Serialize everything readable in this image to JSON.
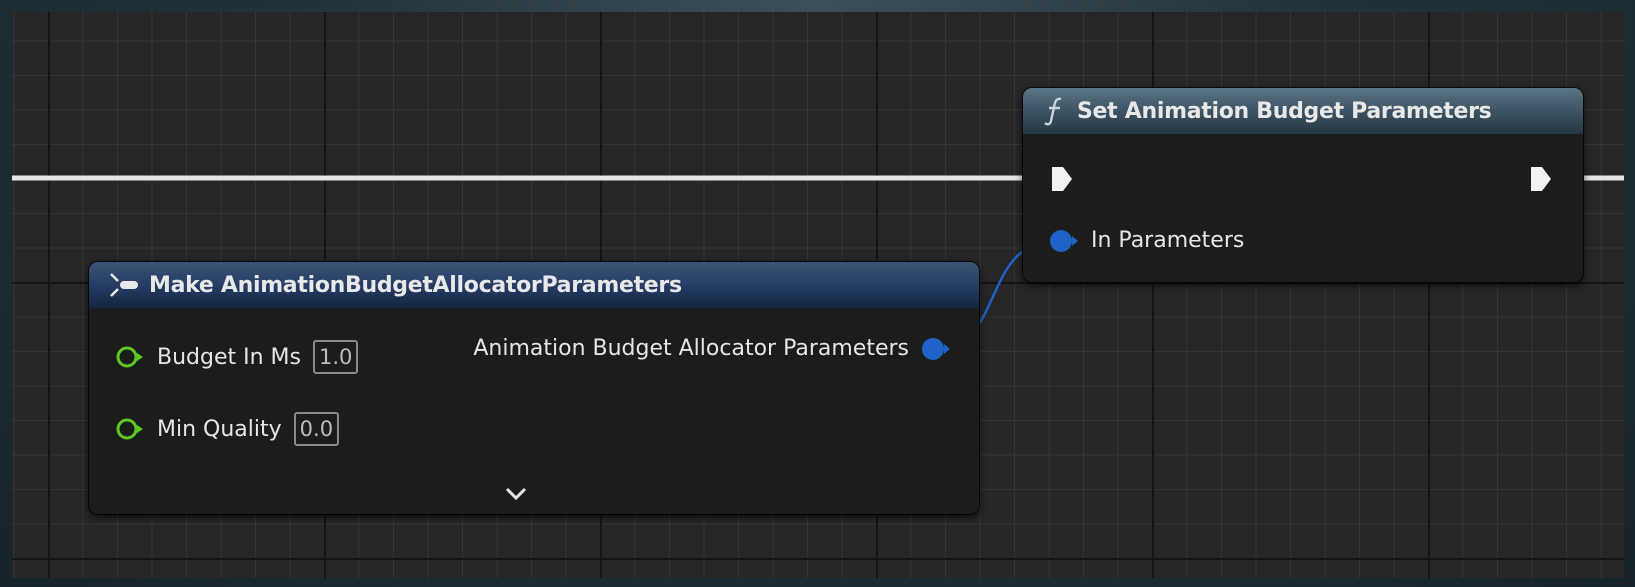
{
  "graph": {
    "colors": {
      "exec_wire": "#e6e6e6",
      "struct_pin": "#1f63c8",
      "float_pin": "#5ec822",
      "function_header": "#3f5868",
      "make_struct_header": "#22385f"
    }
  },
  "set_node": {
    "title": "Set Animation Budget Parameters",
    "icon": "function-icon",
    "pins": {
      "exec_in": "exec-in-pin",
      "exec_out": "exec-out-pin",
      "in_parameters_label": "In Parameters"
    }
  },
  "make_node": {
    "title": "Make AnimationBudgetAllocatorParameters",
    "icon": "make-struct-icon",
    "inputs": [
      {
        "label": "Budget In Ms",
        "value": "1.0"
      },
      {
        "label": "Min Quality",
        "value": "0.0"
      }
    ],
    "output": {
      "label": "Animation Budget Allocator Parameters"
    },
    "expand_icon": "chevron-down-icon"
  }
}
